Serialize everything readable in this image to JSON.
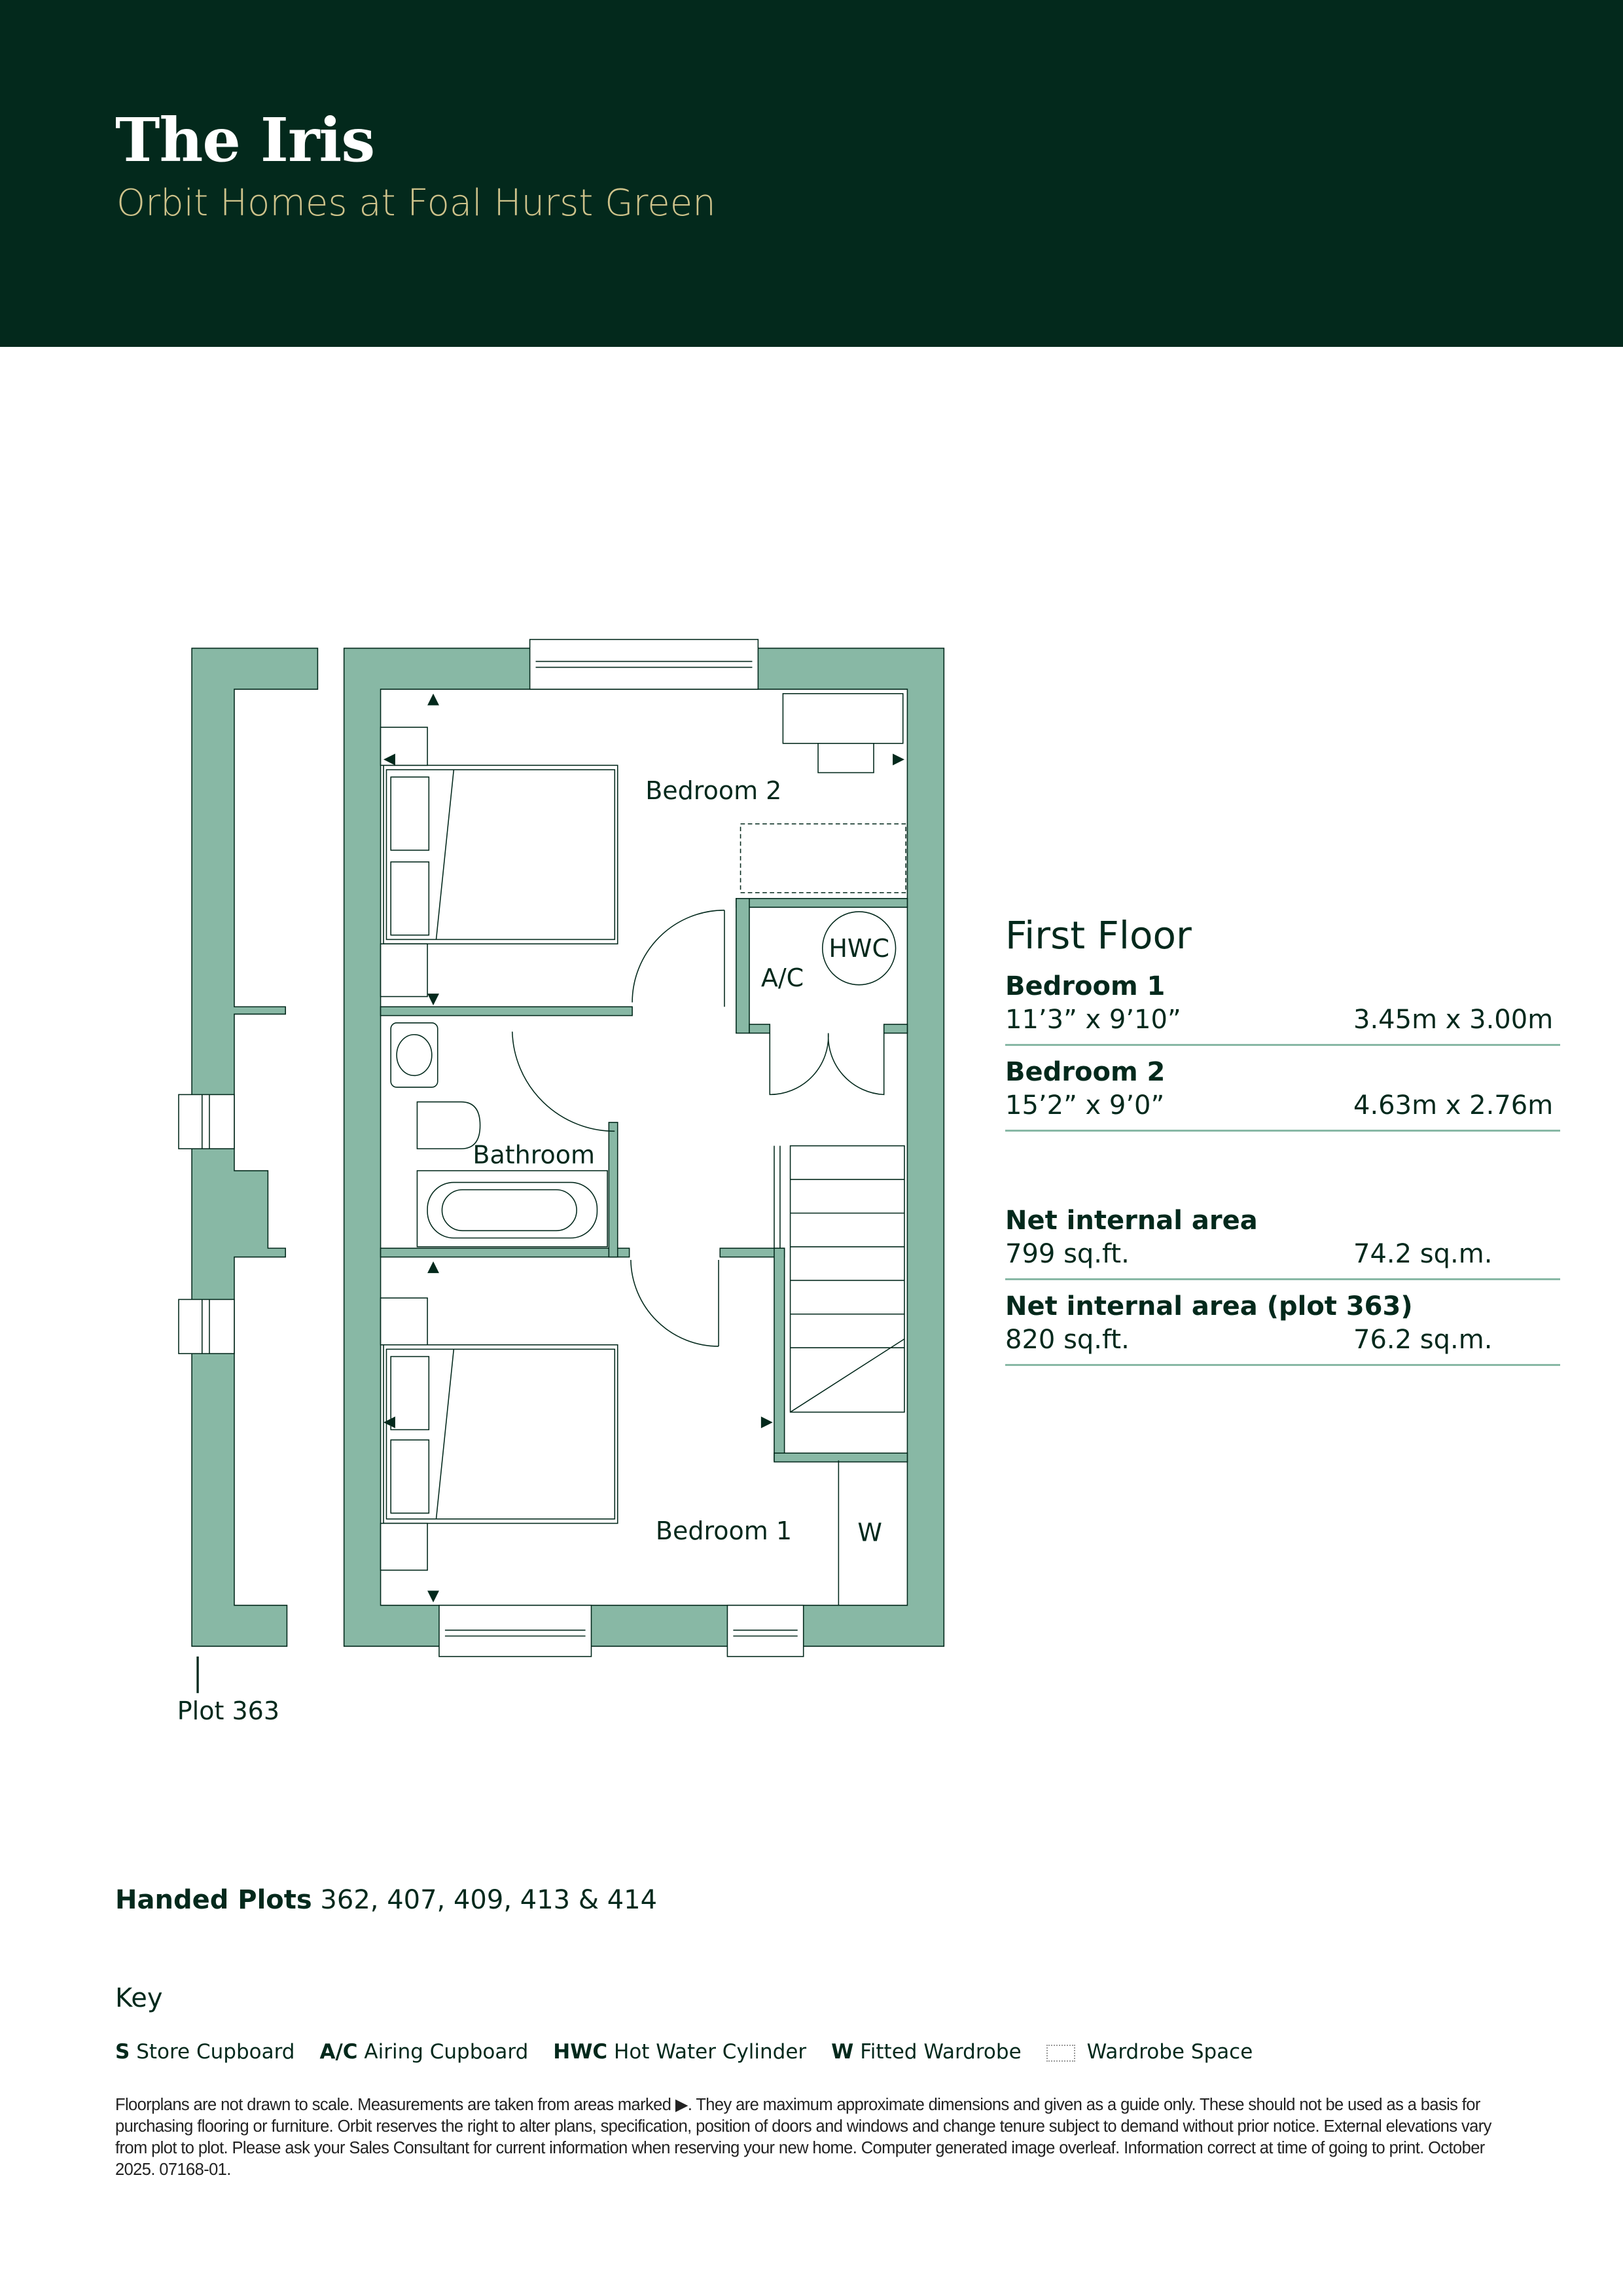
{
  "header": {
    "title": "The Iris",
    "subtitle": "Orbit Homes at Foal Hurst Green"
  },
  "plan": {
    "rooms": {
      "bedroom2": "Bedroom 2",
      "bedroom1": "Bedroom 1",
      "bathroom": "Bathroom",
      "ac": "A/C",
      "hwc": "HWC",
      "w": "W"
    },
    "plot_label": "Plot 363",
    "colors": {
      "wall": "#88b8a5",
      "line": "#03291c"
    }
  },
  "spec": {
    "floor": "First Floor",
    "rooms": [
      {
        "name": "Bedroom 1",
        "imperial": "11’3” x 9’10”",
        "metric": "3.45m x 3.00m"
      },
      {
        "name": "Bedroom 2",
        "imperial": "15’2” x 9’0”",
        "metric": "4.63m x 2.76m"
      }
    ],
    "areas": [
      {
        "name": "Net internal area",
        "imperial": "799 sq.ft.",
        "metric": "74.2 sq.m."
      },
      {
        "name": "Net internal area (plot 363)",
        "imperial": "820 sq.ft.",
        "metric": "76.2 sq.m."
      }
    ]
  },
  "handed": {
    "label": "Handed Plots",
    "plots": "362, 407, 409, 413 & 414"
  },
  "key": {
    "title": "Key",
    "items": [
      {
        "abbr": "S",
        "text": "Store Cupboard"
      },
      {
        "abbr": "A/C",
        "text": "Airing Cupboard"
      },
      {
        "abbr": "HWC",
        "text": "Hot Water Cylinder"
      },
      {
        "abbr": "W",
        "text": "Fitted Wardrobe"
      },
      {
        "abbr": "",
        "text": "Wardrobe Space"
      }
    ]
  },
  "disclaimer": "Floorplans are not drawn to scale. Measurements are taken from areas marked ▶. They are maximum approximate dimensions and given as a guide only. These should not be used as a basis for purchasing flooring or furniture. Orbit reserves the right to alter plans, specification, position of doors and windows and change tenure subject to demand without prior notice. External elevations vary from plot to plot. Please ask your Sales Consultant for current information when reserving your new home. Computer generated image overleaf. Information correct at time of going to print. October 2025. 07168-01."
}
